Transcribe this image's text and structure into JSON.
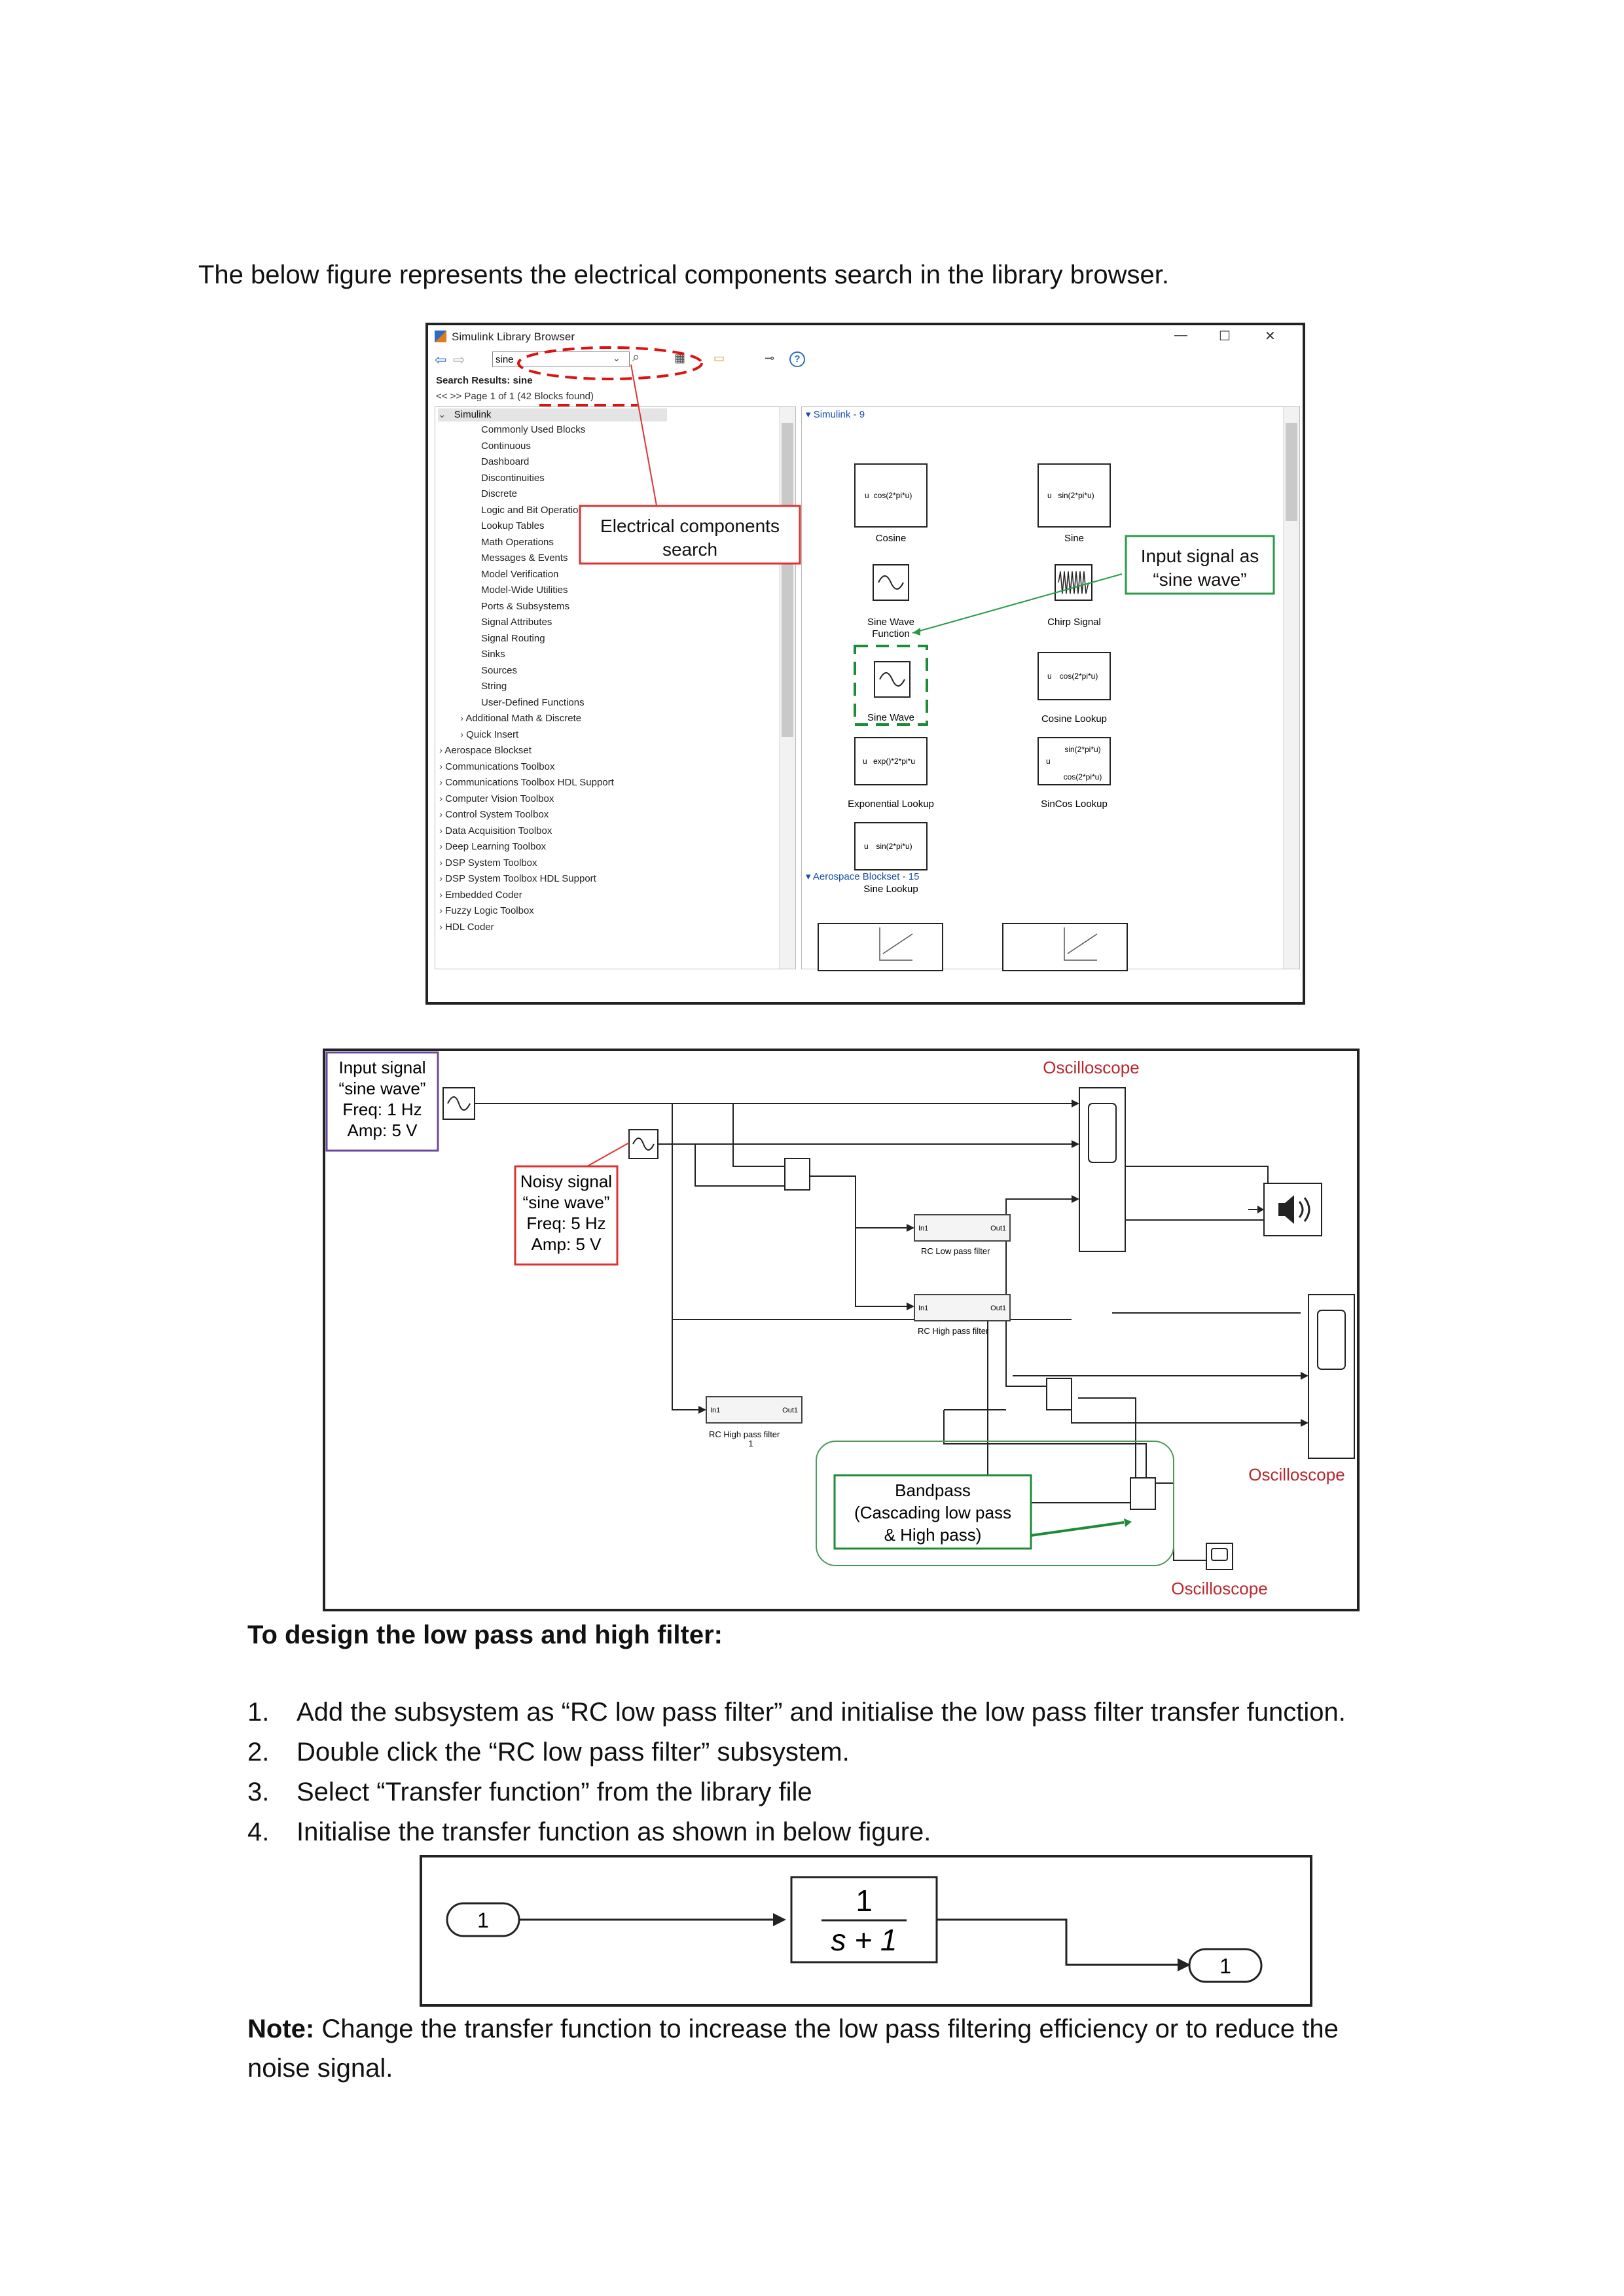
{
  "intro": "The below figure represents the electrical components search in the library browser.",
  "library_browser": {
    "title": "Simulink Library Browser",
    "window_controls": [
      "—",
      "☐",
      "✕"
    ],
    "search_value": "sine",
    "search_results_label": "Search Results: sine",
    "paging": "<< >> Page 1 of 1 (42 Blocks found)",
    "tree": {
      "root": "Simulink",
      "children": [
        "Commonly Used Blocks",
        "Continuous",
        "Dashboard",
        "Discontinuities",
        "Discrete",
        "Logic and Bit Operations",
        "Lookup Tables",
        "Math Operations",
        "Messages & Events",
        "Model Verification",
        "Model-Wide Utilities",
        "Ports & Subsystems",
        "Signal Attributes",
        "Signal Routing",
        "Sinks",
        "Sources",
        "String",
        "User-Defined Functions",
        "Additional Math & Discrete",
        "Quick Insert"
      ],
      "toolboxes": [
        "Aerospace Blockset",
        "Communications Toolbox",
        "Communications Toolbox HDL Support",
        "Computer Vision Toolbox",
        "Control System Toolbox",
        "Data Acquisition Toolbox",
        "Deep Learning Toolbox",
        "DSP System Toolbox",
        "DSP System Toolbox HDL Support",
        "Embedded Coder",
        "Fuzzy Logic Toolbox",
        "HDL Coder"
      ]
    },
    "results_header": "Simulink - 9",
    "aero_header": "Aerospace Blockset - 15",
    "blocks": {
      "cosine": {
        "label": "Cosine",
        "expr": "cos(2*pi*u)"
      },
      "sine": {
        "label": "Sine",
        "expr": "sin(2*pi*u)"
      },
      "sine_wave_function": {
        "label": "Sine Wave Function"
      },
      "chirp": {
        "label": "Chirp Signal"
      },
      "sine_wave": {
        "label": "Sine Wave"
      },
      "cosine_lookup": {
        "label": "Cosine Lookup",
        "expr": "cos(2*pi*u)"
      },
      "exponential_lookup": {
        "label": "Exponential Lookup",
        "expr": "exp()*2*pi*u"
      },
      "sincos_lookup": {
        "label": "SinCos Lookup",
        "expr1": "sin(2*pi*u)",
        "expr2": "cos(2*pi*u)"
      },
      "sine_lookup": {
        "label": "Sine Lookup",
        "expr": "sin(2*pi*u)"
      }
    },
    "callout_search": "Electrical components search",
    "callout_input": "Input signal as “sine wave”"
  },
  "model": {
    "input_note": [
      "Input signal",
      "“sine wave”",
      "Freq: 1 Hz",
      "Amp: 5 V"
    ],
    "noisy_note": [
      "Noisy signal",
      "“sine wave”",
      "Freq: 5 Hz",
      "Amp: 5 V"
    ],
    "osc_top": "Oscilloscope",
    "osc_right": "Oscilloscope",
    "osc_bottom": "Oscilloscope",
    "rc_low": "RC Low pass filter",
    "rc_high": "RC High pass filter",
    "rc_high1": "RC High pass filter 1",
    "port_in": "In1",
    "port_out": "Out1",
    "bandpass": [
      "Bandpass",
      "(Cascading low pass",
      "& High pass)"
    ]
  },
  "heading": "To design the low pass and high filter:",
  "steps": [
    {
      "num": "1.",
      "text": "Add the subsystem as “RC low pass filter” and initialise the low pass filter transfer function."
    },
    {
      "num": "2.",
      "text": "Double click the “RC low pass filter” subsystem."
    },
    {
      "num": "3.",
      "text": "Select “Transfer function” from the library file"
    },
    {
      "num": "4.",
      "text": "Initialise the transfer function as shown in below figure."
    }
  ],
  "tf_figure": {
    "in_port": "1",
    "numerator": "1",
    "denominator": "s + 1",
    "out_port": "1"
  },
  "note": {
    "label": "Note:",
    "text": " Change the transfer function to increase the low pass filtering efficiency or to reduce the",
    "text2": "noise signal."
  }
}
